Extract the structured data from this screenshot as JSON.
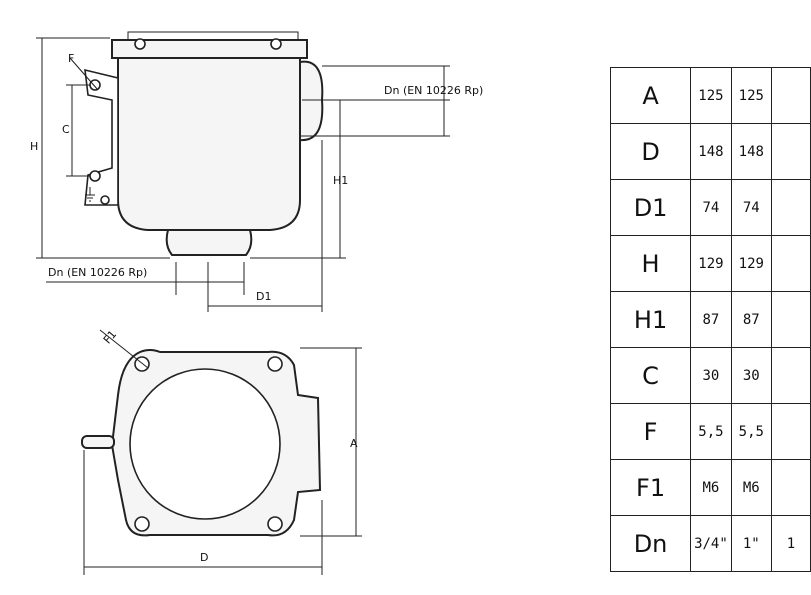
{
  "labels": {
    "F": "F",
    "C": "C",
    "H": "H",
    "H1": "H1",
    "Dn_top": "Dn (EN 10226 Rp)",
    "Dn_bottom": "Dn (EN 10226 Rp)",
    "D1": "D1",
    "F1": "F1",
    "A": "A",
    "D": "D"
  },
  "table": {
    "rows": [
      {
        "key": "A",
        "values": [
          "125",
          "125",
          ""
        ]
      },
      {
        "key": "D",
        "values": [
          "148",
          "148",
          ""
        ]
      },
      {
        "key": "D1",
        "values": [
          "74",
          "74",
          ""
        ]
      },
      {
        "key": "H",
        "values": [
          "129",
          "129",
          ""
        ]
      },
      {
        "key": "H1",
        "values": [
          "87",
          "87",
          ""
        ]
      },
      {
        "key": "C",
        "values": [
          "30",
          "30",
          ""
        ]
      },
      {
        "key": "F",
        "values": [
          "5,5",
          "5,5",
          ""
        ]
      },
      {
        "key": "F1",
        "values": [
          "M6",
          "M6",
          ""
        ]
      },
      {
        "key": "Dn",
        "values": [
          "3/4\"",
          "1\"",
          "1"
        ]
      }
    ]
  }
}
